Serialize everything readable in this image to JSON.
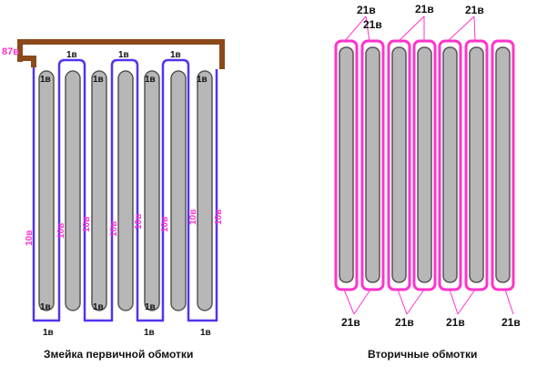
{
  "left": {
    "caption": "Змейка первичной обмотки",
    "input_voltage": "87в",
    "turn_labels": [
      "1в",
      "1в",
      "1в",
      "1в",
      "1в",
      "1в",
      "1в",
      "1в",
      "1в",
      "1в",
      "1в",
      "1в",
      "1в"
    ],
    "segment_voltage_labels": [
      "10в",
      "10в",
      "10в",
      "10в",
      "10в",
      "10в",
      "10в",
      "10в"
    ],
    "rod_count": 7,
    "colors": {
      "rod_fill": "#b7b7b7",
      "rod_stroke": "#555555",
      "winding": "#5533ee",
      "bus": "#8b4a1a",
      "accent": "#ff33cc"
    }
  },
  "right": {
    "caption": "Вторичные обмотки",
    "top_labels": [
      "21в",
      "21в",
      "21в",
      "21в"
    ],
    "bottom_labels": [
      "21в",
      "21в",
      "21в",
      "21в"
    ],
    "rod_count": 7,
    "colors": {
      "rod_fill": "#b7b7b7",
      "rod_stroke": "#555555",
      "winding": "#ff33cc"
    }
  }
}
